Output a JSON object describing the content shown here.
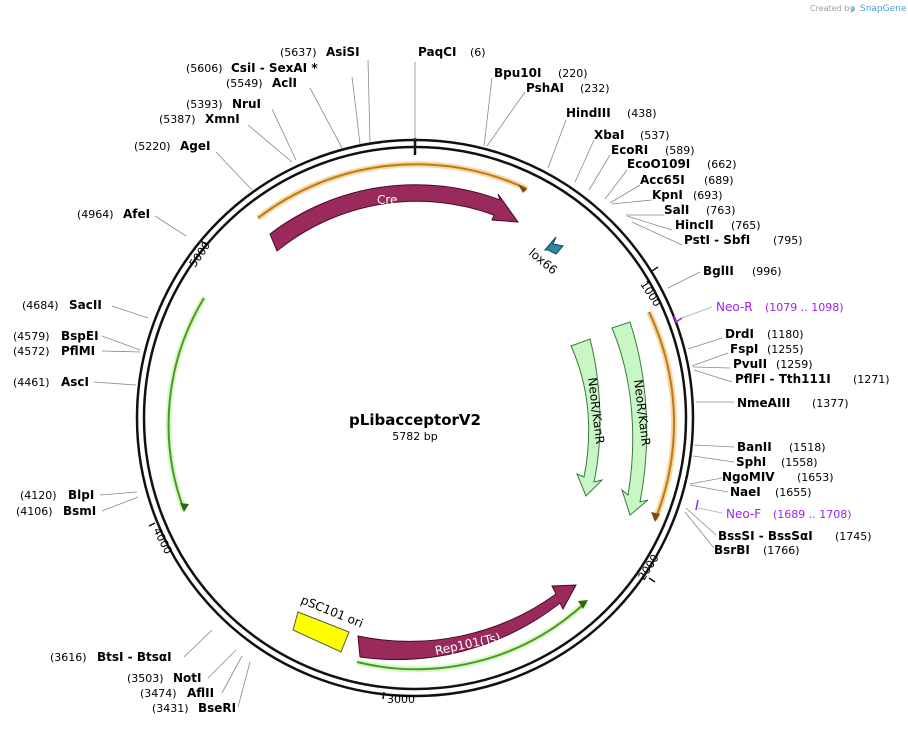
{
  "credit": {
    "prefix": "Created by",
    "brand": "SnapGene"
  },
  "plasmid": {
    "name": "pLibacceptorV2",
    "size_label": "5782 bp",
    "length": 5782
  },
  "ticks": [
    "1000",
    "2000",
    "3000",
    "4000",
    "5000"
  ],
  "features": [
    {
      "name": "Cre",
      "type": "cds"
    },
    {
      "name": "lox66",
      "type": "site"
    },
    {
      "name": "NeoR/KanR",
      "type": "cds"
    },
    {
      "name": "NeoR/KanR",
      "type": "cds"
    },
    {
      "name": "Rep101(Ts)",
      "type": "cds"
    },
    {
      "name": "pSC101 ori",
      "type": "origin"
    }
  ],
  "primers": [
    {
      "name": "Neo-R",
      "range": "(1079 .. 1098)"
    },
    {
      "name": "Neo-F",
      "range": "(1689 .. 1708)"
    }
  ],
  "sites": [
    {
      "name": "PaqCI",
      "pos": "(6)"
    },
    {
      "name": "Bpu10I",
      "pos": "(220)"
    },
    {
      "name": "PshAI",
      "pos": "(232)"
    },
    {
      "name": "HindIII",
      "pos": "(438)"
    },
    {
      "name": "XbaI",
      "pos": "(537)"
    },
    {
      "name": "EcoRI",
      "pos": "(589)"
    },
    {
      "name": "EcoO109I",
      "pos": "(662)"
    },
    {
      "name": "Acc65I",
      "pos": "(689)"
    },
    {
      "name": "KpnI",
      "pos": "(693)"
    },
    {
      "name": "SalI",
      "pos": "(763)"
    },
    {
      "name": "HincII",
      "pos": "(765)"
    },
    {
      "name": "PstI - SbfI",
      "pos": "(795)"
    },
    {
      "name": "BglII",
      "pos": "(996)"
    },
    {
      "name": "DrdI",
      "pos": "(1180)"
    },
    {
      "name": "FspI",
      "pos": "(1255)"
    },
    {
      "name": "PvuII",
      "pos": "(1259)"
    },
    {
      "name": "PflFI - Tth111I",
      "pos": "(1271)"
    },
    {
      "name": "NmeAIII",
      "pos": "(1377)"
    },
    {
      "name": "BanII",
      "pos": "(1518)"
    },
    {
      "name": "SphI",
      "pos": "(1558)"
    },
    {
      "name": "NgoMIV",
      "pos": "(1653)"
    },
    {
      "name": "NaeI",
      "pos": "(1655)"
    },
    {
      "name": "BssSI - BssSαI",
      "pos": "(1745)"
    },
    {
      "name": "BsrBI",
      "pos": "(1766)"
    },
    {
      "name": "AsiSI",
      "pos": "(5637)"
    },
    {
      "name": "CsiI - SexAI *",
      "pos": "(5606)"
    },
    {
      "name": "AclI",
      "pos": "(5549)"
    },
    {
      "name": "NruI",
      "pos": "(5393)"
    },
    {
      "name": "XmnI",
      "pos": "(5387)"
    },
    {
      "name": "AgeI",
      "pos": "(5220)"
    },
    {
      "name": "AfeI",
      "pos": "(4964)"
    },
    {
      "name": "SacII",
      "pos": "(4684)"
    },
    {
      "name": "BspEI",
      "pos": "(4579)"
    },
    {
      "name": "PflMI",
      "pos": "(4572)"
    },
    {
      "name": "AscI",
      "pos": "(4461)"
    },
    {
      "name": "BlpI",
      "pos": "(4120)"
    },
    {
      "name": "BsmI",
      "pos": "(4106)"
    },
    {
      "name": "BtsI - BtsαI",
      "pos": "(3616)"
    },
    {
      "name": "NotI",
      "pos": "(3503)"
    },
    {
      "name": "AflII",
      "pos": "(3474)"
    },
    {
      "name": "BseRI",
      "pos": "(3431)"
    }
  ],
  "colors": {
    "cds": "#9b2a5c",
    "neo": "#c8f7c5",
    "ori": "#ffff00",
    "lox": "#2a8aa0",
    "primer": "#a020f0",
    "highlight_orange": "#f0a030",
    "highlight_green": "#80e060"
  }
}
